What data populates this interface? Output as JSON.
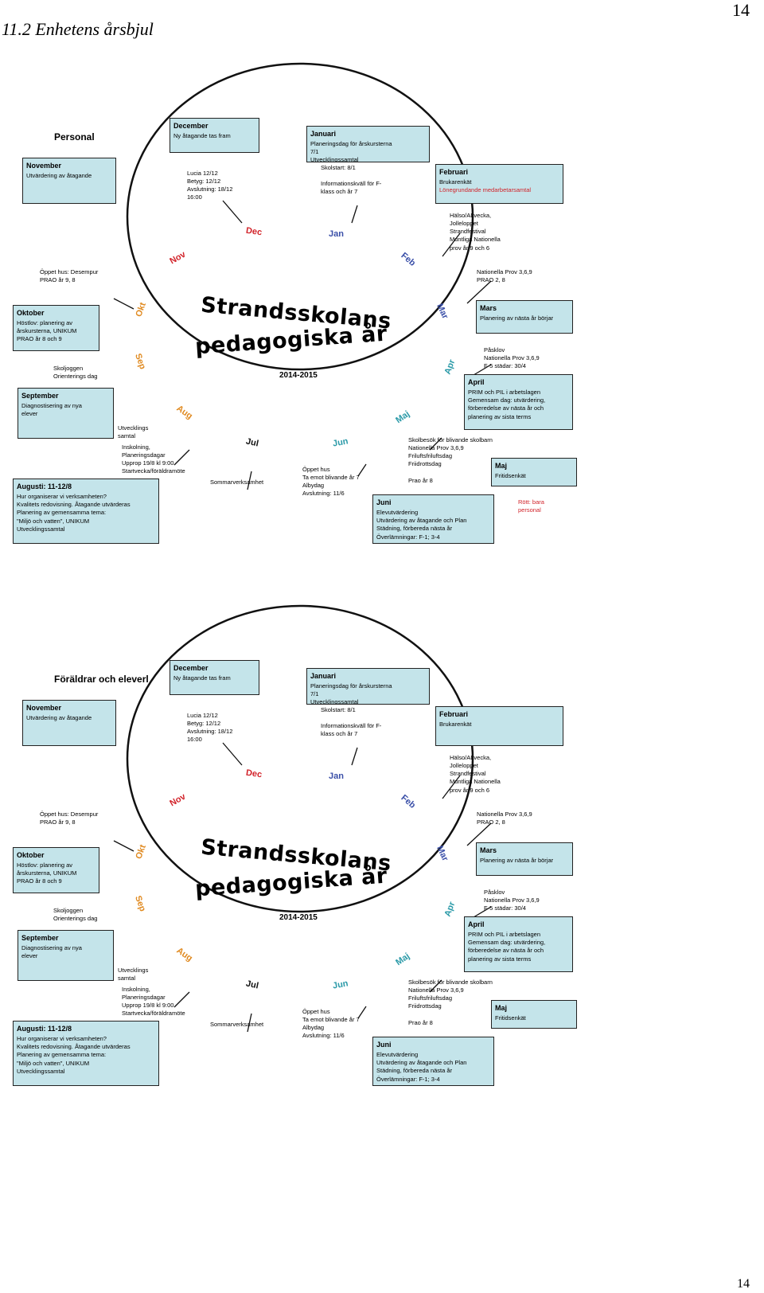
{
  "header": {
    "title": "11.2   Enhetens årsbjul",
    "page_top": "14",
    "page_bottom": "14"
  },
  "colors": {
    "box_fill": "#c4e4ea",
    "red": "#d2232a",
    "blue": "#3a4fa8",
    "orange": "#e08a20",
    "green": "#2b9aa8"
  },
  "wheels": [
    {
      "heading": "Personal",
      "center_line1": "Strandsskolans",
      "center_line2": "pedagogiska år",
      "year": "2014-2015",
      "months": {
        "dec": "Dec",
        "jan": "Jan",
        "feb": "Feb",
        "mar": "Mar",
        "apr": "Apr",
        "maj": "Maj",
        "jun": "Jun",
        "jul": "Jul",
        "aug": "Aug",
        "sep": "Sep",
        "okt": "Okt",
        "nov": "Nov"
      },
      "boxes": {
        "december": {
          "title": "December",
          "lines": [
            "Ny åtagande  tas fram"
          ]
        },
        "januari": {
          "title": "Januari",
          "lines": [
            "Planeringsdag  för årskursterna",
            "7/1",
            "Utvecklingssamtal"
          ]
        },
        "februari": {
          "title": "Februari",
          "lines": [
            "Brukarenkät"
          ],
          "red_line": "Lönegrundande  medarbetarsamtal"
        },
        "november": {
          "title": "November",
          "lines": [
            "Utvärdering  av åtagande"
          ]
        },
        "oktober": {
          "title": "Oktober",
          "lines": [
            "Höstlov: planering  av",
            "årskursterna, UNIKUM",
            "PRAO år 8 och 9"
          ]
        },
        "mars": {
          "title": "Mars",
          "lines": [
            "Planering  av nästa år börjar"
          ]
        },
        "april": {
          "title": "April",
          "lines": [
            "PRIM och PIL i arbetslagen",
            "Gemensam  dag: utvärdering,",
            "förberedelse  av nästa år och",
            "planering  av sista terms"
          ]
        },
        "september": {
          "title": "September",
          "lines": [
            "Diagnostisering  av nya",
            "elever"
          ]
        },
        "maj": {
          "title": "Maj",
          "lines": [
            "Fritidsenkät"
          ]
        },
        "augusti": {
          "title": "Augusti: 11-12/8",
          "lines": [
            "Hur organiserar  vi verksamheten?",
            "Kvalitets redovisning.  Åtagande  utvärderas",
            "Planering  av gemensamma  tema:",
            "\"Miljö och vatten\", UNIKUM",
            "Utvecklingssamtal"
          ]
        },
        "juni": {
          "title": "Juni",
          "lines": [
            "Elevutvärdering",
            "Utvärdering  av åtagande och Plan",
            "Städning,  förbereda  nästa år",
            "Överlämningar:  F-1; 3-4"
          ]
        }
      },
      "notes": {
        "lucia": [
          "Lucia 12/12",
          "Betyg: 12/12",
          "Avslutning: 18/12",
          "16:00"
        ],
        "skolstart": [
          "Skolstart: 8/1",
          "",
          "Informationskväll för F-",
          "klass och år 7"
        ],
        "halsoveckan": [
          "Hälso/ALvecka,",
          "Jolleloppet",
          "Strandfestival",
          "Muntliga Nationella",
          "prov år 9 och 6"
        ],
        "oppet_hus_nov": [
          "Öppet hus: Desempur",
          "PRAO år 9, 8"
        ],
        "nationella_feb": [
          "Nationella Prov 3,6,9",
          "PRAO 2, 8"
        ],
        "paskov": [
          "Påsklov",
          "Nationella Prov 3,6,9",
          "F-5 städar: 30/4"
        ],
        "skoljoggen": [
          "Skoljoggen",
          "Orienterings dag"
        ],
        "utvecklings_aug": [
          "Utvecklings",
          "samtal"
        ],
        "inskolning": [
          "Inskolning,",
          "Planeringsdagar",
          "Upprop 19/8 kl 9:00",
          "Startvecka/föräldramöte"
        ],
        "sommar": [
          "Sommarverksamhet"
        ],
        "oppet_hus_jun": [
          "Öppet hus",
          "Ta emot blivande år 7",
          "Albydag",
          "Avslutning: 11/6"
        ],
        "skolbesok": [
          "Skolbesök för blivande skolbarn",
          "Nationella Prov 3,6,9",
          "Friluftsfriluftsdag",
          "Friidrottsdag"
        ],
        "prao_maj": [
          "Prao år 8"
        ],
        "red_note": [
          "Rött: bara",
          "personal"
        ]
      }
    },
    {
      "heading": "Föräldrar och eleverl",
      "center_line1": "Strandsskolans",
      "center_line2": "pedagogiska år",
      "year": "2014-2015",
      "months": {
        "dec": "Dec",
        "jan": "Jan",
        "feb": "Feb",
        "mar": "Mar",
        "apr": "Apr",
        "maj": "Maj",
        "jun": "Jun",
        "jul": "Jul",
        "aug": "Aug",
        "sep": "Sep",
        "okt": "Okt",
        "nov": "Nov"
      },
      "boxes": {
        "december": {
          "title": "December",
          "lines": [
            "Ny åtagande  tas fram"
          ]
        },
        "januari": {
          "title": "Januari",
          "lines": [
            "Planeringsdag  för årskursterna",
            "7/1",
            "Utvecklingssamtal"
          ]
        },
        "februari": {
          "title": "Februari",
          "lines": [
            "Brukarenkät"
          ],
          "red_line": ""
        },
        "november": {
          "title": "November",
          "lines": [
            "Utvärdering  av åtagande"
          ]
        },
        "oktober": {
          "title": "Oktober",
          "lines": [
            "Höstlov: planering  av",
            "årskursterna, UNIKUM",
            "PRAO år 8 och 9"
          ]
        },
        "mars": {
          "title": "Mars",
          "lines": [
            "Planering  av nästa år börjar"
          ]
        },
        "april": {
          "title": "April",
          "lines": [
            "PRIM och PIL i arbetslagen",
            "Gemensam  dag: utvärdering,",
            "förberedelse  av nästa år och",
            "planering  av sista terms"
          ]
        },
        "september": {
          "title": "September",
          "lines": [
            "Diagnostisering  av nya",
            "elever"
          ]
        },
        "maj": {
          "title": "Maj",
          "lines": [
            "Fritidsenkät"
          ]
        },
        "augusti": {
          "title": "Augusti: 11-12/8",
          "lines": [
            "Hur organiserar  vi verksamheten?",
            "Kvalitets redovisning.  Åtagande  utvärderas",
            "Planering  av gemensamma  tema:",
            "\"Miljö och vatten\", UNIKUM",
            "Utvecklingssamtal"
          ]
        },
        "juni": {
          "title": "Juni",
          "lines": [
            "Elevutvärdering",
            "Utvärdering  av åtagande och Plan",
            "Städning,  förbereda  nästa år",
            "Överlämningar:  F-1; 3-4"
          ]
        }
      },
      "notes": {
        "lucia": [
          "Lucia 12/12",
          "Betyg: 12/12",
          "Avslutning: 18/12",
          "16:00"
        ],
        "skolstart": [
          "Skolstart: 8/1",
          "",
          "Informationskväll för F-",
          "klass och år 7"
        ],
        "halsoveckan": [
          "Hälso/ALvecka,",
          "Jolleloppet",
          "Strandfestival",
          "Muntliga Nationella",
          "prov år 9 och 6"
        ],
        "oppet_hus_nov": [
          "Öppet hus: Desempur",
          "PRAO år 9, 8"
        ],
        "nationella_feb": [
          "Nationella Prov 3,6,9",
          "PRAO 2, 8"
        ],
        "paskov": [
          "Påsklov",
          "Nationella Prov 3,6,9",
          "F-5 städar: 30/4"
        ],
        "skoljoggen": [
          "Skoljoggen",
          "Orienterings dag"
        ],
        "utvecklings_aug": [
          "Utvecklings",
          "samtal"
        ],
        "inskolning": [
          "Inskolning,",
          "Planeringsdagar",
          "Upprop 19/8 kl 9:00",
          "Startvecka/föräldramöte"
        ],
        "sommar": [
          "Sommarverksamhet"
        ],
        "oppet_hus_jun": [
          "Öppet hus",
          "Ta emot blivande år 7",
          "Albydag",
          "Avslutning: 11/6"
        ],
        "skolbesok": [
          "Skolbesök för blivande skolbarn",
          "Nationella Prov 3,6,9",
          "Friluftsfriluftsdag",
          "Friidrottsdag"
        ],
        "prao_maj": [
          "Prao år 8"
        ],
        "red_note": []
      }
    }
  ]
}
